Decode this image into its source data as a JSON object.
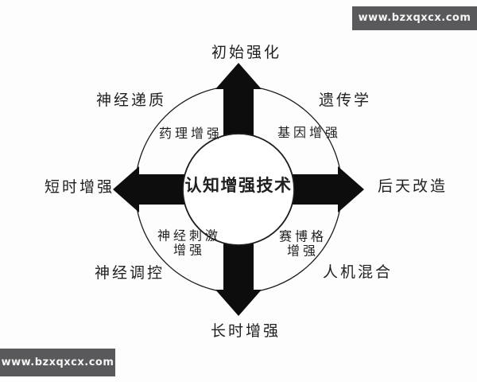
{
  "watermarks": {
    "top_right": "www.bzxqxcx.com",
    "bottom_left": "www.bzxqxcx.com"
  },
  "diagram": {
    "center_label": "认知增强技术",
    "axes": [
      {
        "direction": "up",
        "label": "初始强化"
      },
      {
        "direction": "right",
        "label": "后天改造"
      },
      {
        "direction": "down",
        "label": "长时增强"
      },
      {
        "direction": "left",
        "label": "短时增强"
      }
    ],
    "outer_labels": [
      {
        "position": "top-left",
        "label": "神经递质"
      },
      {
        "position": "top-right",
        "label": "遗传学"
      },
      {
        "position": "bottom-left",
        "label": "神经调控"
      },
      {
        "position": "bottom-right",
        "label": "人机混合"
      }
    ],
    "inner_labels": [
      {
        "position": "top-left",
        "label": "药理增强"
      },
      {
        "position": "top-right",
        "label": "基因增强"
      },
      {
        "position": "bottom-left",
        "label": "神经刺激增强",
        "line1": "神经刺激",
        "line2": "增强"
      },
      {
        "position": "bottom-right",
        "label": "赛博格增强",
        "line1": "赛博格",
        "line2": "增强"
      }
    ]
  },
  "colors": {
    "background": "#fdfdfd",
    "arrow": "#0d0d0d",
    "circle_stroke": "#1c1c1c",
    "text": "#1f1f1f",
    "watermark_bg": "#59595b",
    "watermark_text": "#f5f5f5"
  }
}
